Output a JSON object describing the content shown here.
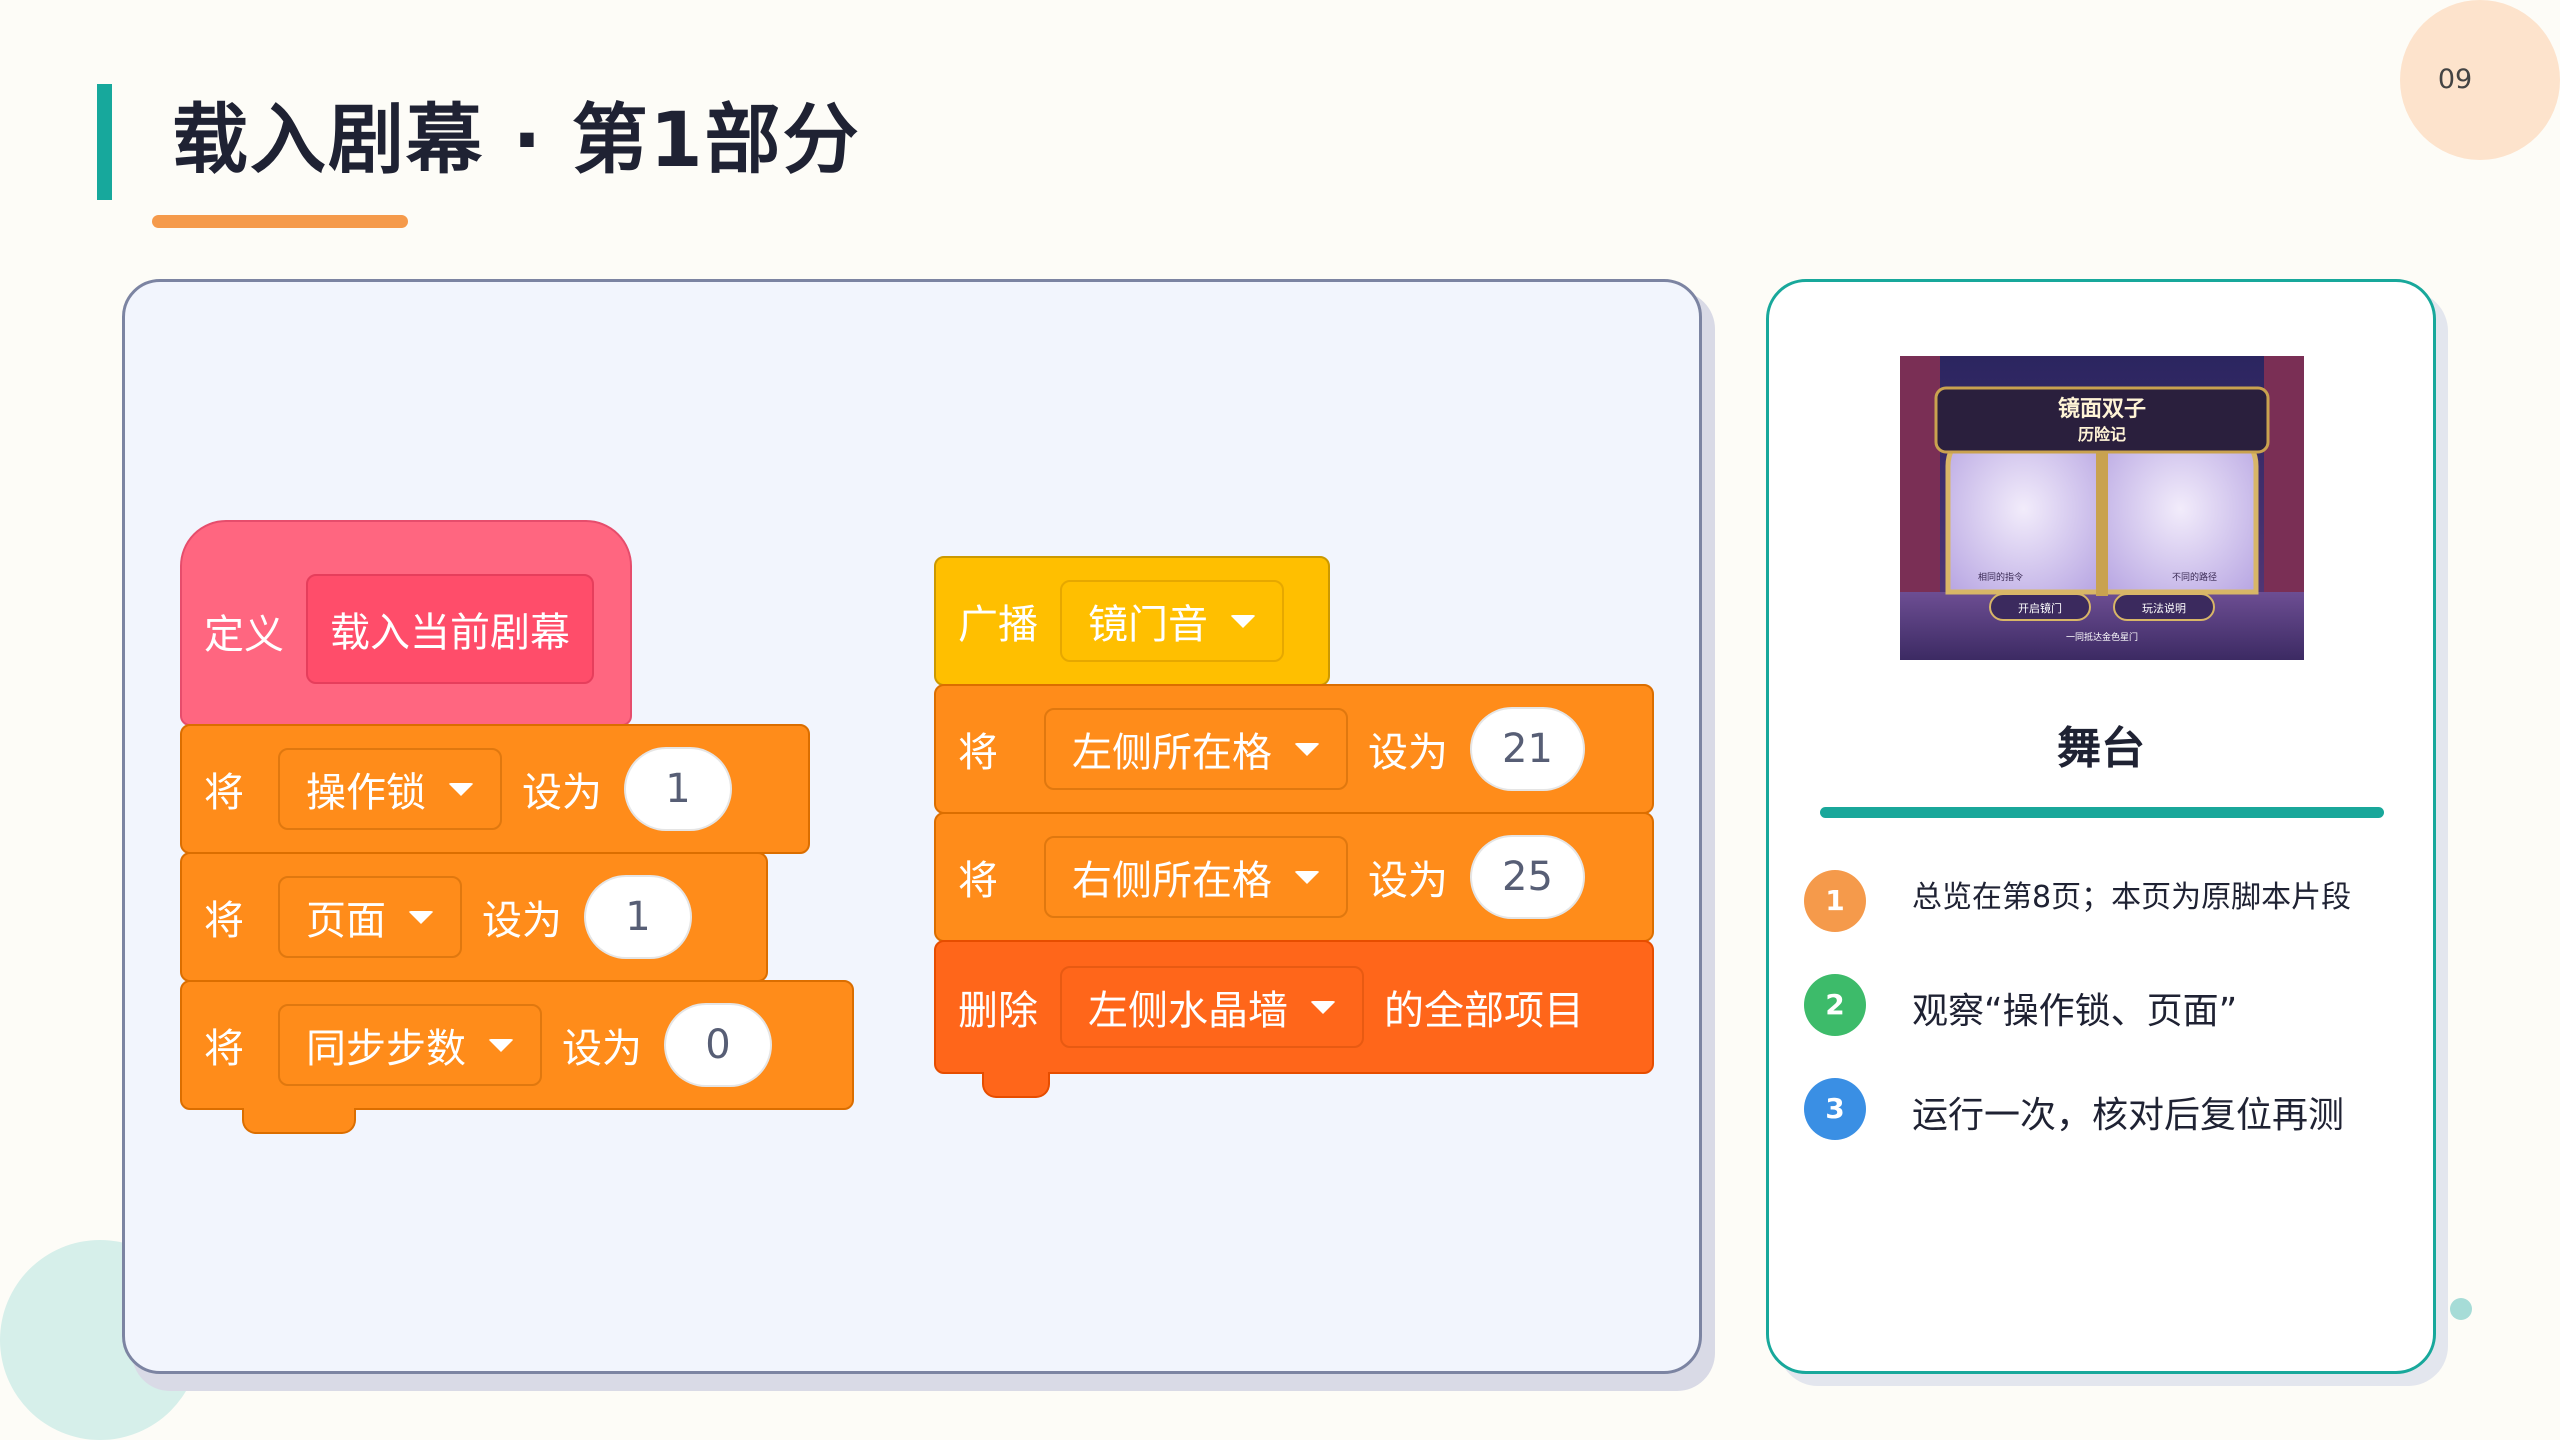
{
  "header": {
    "title": "载入剧幕 · 第1部分",
    "page_number": "09"
  },
  "colors": {
    "accent_teal": "#17a89c",
    "accent_orange": "#f59a4b",
    "variables_block": "#ff8c1a",
    "events_block": "#ffbf00",
    "list_block": "#ff661a",
    "define_block": "#ff6680"
  },
  "script_left": {
    "define": {
      "keyword": "定义",
      "procedure": "载入当前剧幕"
    },
    "set_blocks": [
      {
        "keyword": "将",
        "variable": "操作锁",
        "action": "设为",
        "value": "1"
      },
      {
        "keyword": "将",
        "variable": "页面",
        "action": "设为",
        "value": "1"
      },
      {
        "keyword": "将",
        "variable": "同步步数",
        "action": "设为",
        "value": "0"
      }
    ]
  },
  "script_right": {
    "broadcast": {
      "keyword": "广播",
      "message": "镜门音"
    },
    "set_blocks": [
      {
        "keyword": "将",
        "variable": "左侧所在格",
        "action": "设为",
        "value": "21"
      },
      {
        "keyword": "将",
        "variable": "右侧所在格",
        "action": "设为",
        "value": "25"
      }
    ],
    "delete_all": {
      "keyword": "删除",
      "list": "左侧水晶墙",
      "suffix": "的全部项目"
    }
  },
  "stage": {
    "label": "舞台",
    "thumbnail": {
      "title": "镜面双子",
      "subtitle": "历险记",
      "left_hint": "相同的指令",
      "right_hint": "不同的路径",
      "button_start": "开启镜门",
      "button_help": "玩法说明",
      "footer": "一同抵达金色星门"
    }
  },
  "steps": [
    {
      "number": "1",
      "text": "总览在第8页；本页为原脚本片段",
      "color": "#f59a4b"
    },
    {
      "number": "2",
      "text": "观察“操作锁、页面”",
      "color": "#3dbb6a"
    },
    {
      "number": "3",
      "text": "运行一次，核对后复位再测",
      "color": "#3a8fe4"
    }
  ]
}
